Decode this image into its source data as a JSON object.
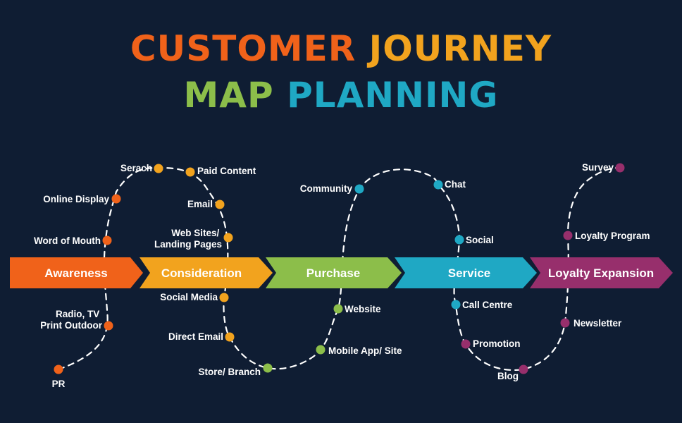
{
  "title": {
    "line1_part1": "CUSTOMER",
    "line1_part2": "JOURNEY",
    "line2_part1": "MAP",
    "line2_part2": "PLANNING"
  },
  "colors": {
    "background": "#0f1d33",
    "awareness": "#f0621a",
    "consideration": "#f2a31e",
    "purchase": "#8cbe4a",
    "service": "#1fa8c4",
    "loyalty": "#972f6c"
  },
  "stages": [
    {
      "id": "awareness",
      "label": "Awareness",
      "color": "#f0621a"
    },
    {
      "id": "consideration",
      "label": "Consideration",
      "color": "#f2a31e"
    },
    {
      "id": "purchase",
      "label": "Purchase",
      "color": "#8cbe4a"
    },
    {
      "id": "service",
      "label": "Service",
      "color": "#1fa8c4"
    },
    {
      "id": "loyalty-expansion",
      "label": "Loyalty Expansion",
      "color": "#972f6c"
    }
  ],
  "touchpoints": {
    "awareness": [
      "Online Display",
      "Word of Mouth",
      "Radio, TV Print Outdoor",
      "PR"
    ],
    "consideration": [
      "Serach",
      "Paid Content",
      "Email",
      "Web Sites/ Landing Pages",
      "Social Media",
      "Direct Email",
      "Store/ Branch"
    ],
    "purchase": [
      "Community",
      "Website",
      "Mobile App/ Site"
    ],
    "service": [
      "Chat",
      "Social",
      "Call Centre",
      "Promotion"
    ],
    "loyalty": [
      "Blog",
      "Newsletter",
      "Loyalty Program",
      "Survey"
    ]
  }
}
